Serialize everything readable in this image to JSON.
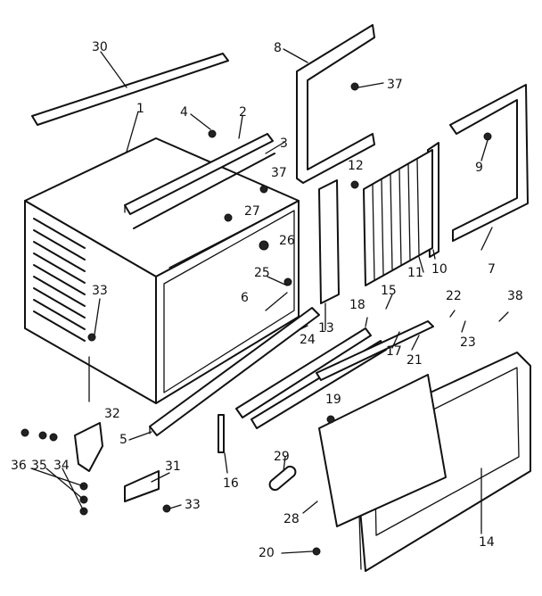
{
  "labels": {
    "l1": "1",
    "l2": "2",
    "l3": "3",
    "l4": "4",
    "l5": "5",
    "l6": "6",
    "l7": "7",
    "l8": "8",
    "l9": "9",
    "l10": "10",
    "l11": "11",
    "l12": "12",
    "l13": "13",
    "l14": "14",
    "l15": "15",
    "l16": "16",
    "l17": "17",
    "l18": "18",
    "l19": "19",
    "l20": "20",
    "l21": "21",
    "l22": "22",
    "l23": "23",
    "l24": "24",
    "l25": "25",
    "l26": "26",
    "l27": "27",
    "l28": "28",
    "l29": "29",
    "l30": "30",
    "l31": "31",
    "l32": "32",
    "l33a": "33",
    "l33b": "33",
    "l34": "34",
    "l35": "35",
    "l36": "36",
    "l37a": "37",
    "l37b": "37",
    "l38": "38"
  }
}
